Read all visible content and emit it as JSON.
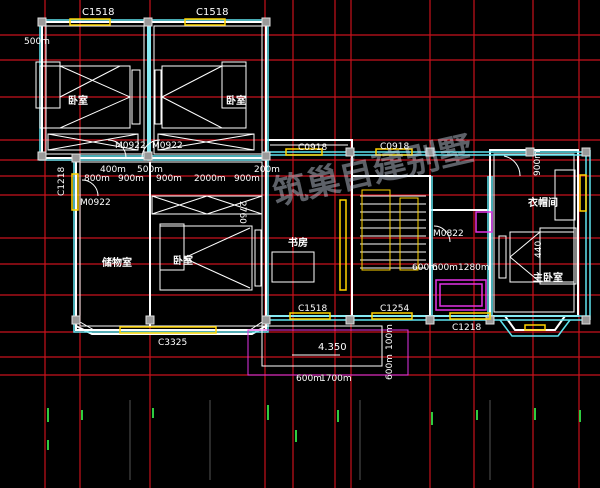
{
  "watermark": "筑巢自建别墅",
  "windows": {
    "w1": "C1518",
    "w2": "C1518",
    "w3": "C0918",
    "w4": "C0918",
    "w5": "C1218",
    "w6": "C1518",
    "w7": "C1254",
    "w8": "C1218",
    "w9": "C3325"
  },
  "doors": {
    "d1": "M0922",
    "d2": "M0922",
    "d3": "M0922",
    "d4": "M0822"
  },
  "rooms": {
    "bedroom1": "卧室",
    "bedroom2": "卧室",
    "bedroom3": "卧室",
    "storage": "储物室",
    "study": "书房",
    "cloakroom": "衣帽间",
    "master": "主卧室"
  },
  "dims": {
    "d500": "500m",
    "r_400": "400m",
    "r_800": "800m",
    "r_900a": "900m",
    "r_500": "500m",
    "r_900b": "900m",
    "r_2000": "2000m",
    "r_900c": "900m",
    "r_200": "200m",
    "v_2760": "2760",
    "c_600": "600m",
    "c_600b": "600m",
    "c_1280": "1280m",
    "r_900m": "900m",
    "r_100": "100m",
    "r_440": "440",
    "b_600": "600m",
    "b_1700": "1700m",
    "b_600v": "600m",
    "b_1100": "100m",
    "level": "4.350"
  },
  "colors": {
    "background": "#000000",
    "wall": "#ffffff",
    "axis": "#d2141e",
    "cyan": "#5fe4ef",
    "window": "#ffd400",
    "furniture": "#ffffff",
    "magenta": "#e233e6",
    "green": "#2ecc40"
  }
}
